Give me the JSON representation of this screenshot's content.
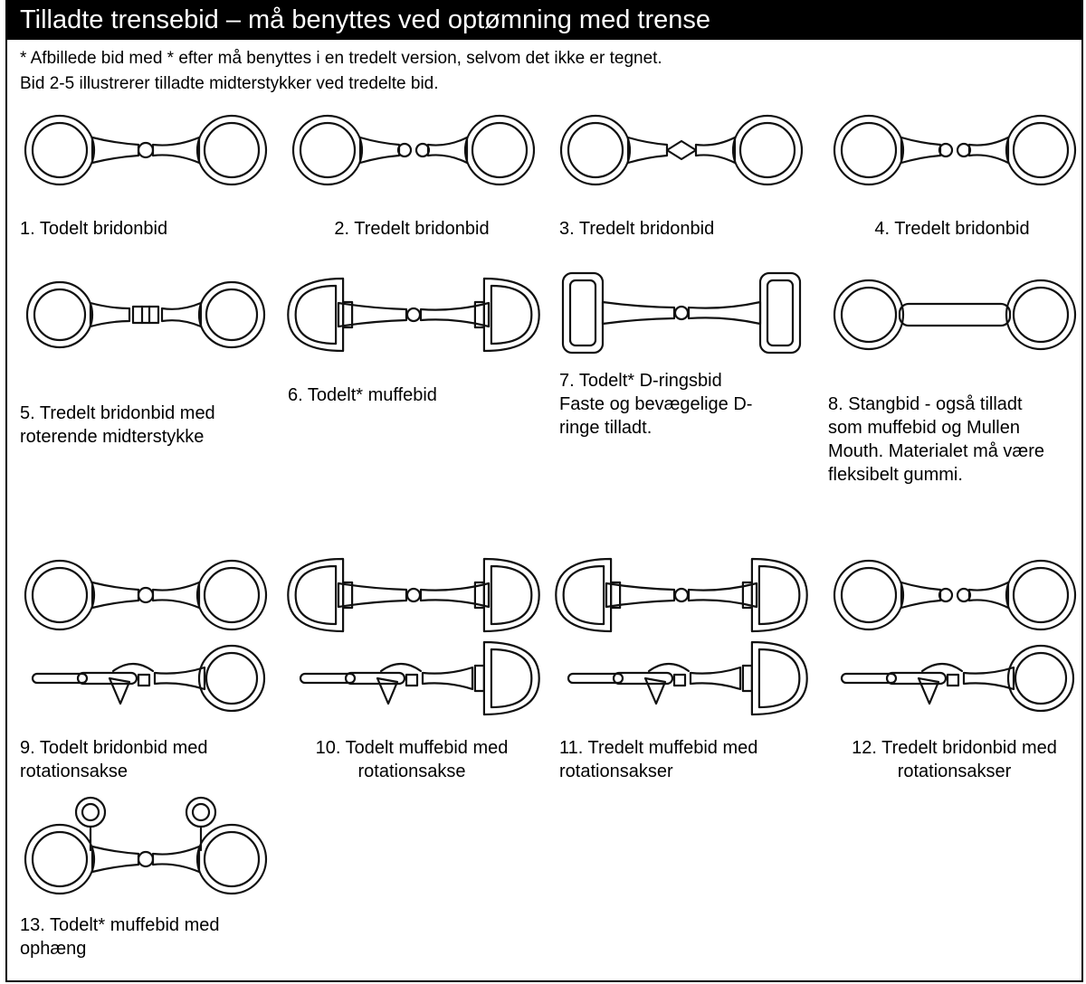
{
  "title": "Tilladte trensebid – må benyttes ved optømning med trense",
  "notes": [
    "* Afbillede bid med * efter må benyttes i en tredelt version, selvom det ikke er tegnet.",
    "Bid 2-5 illustrerer tilladte midterstykker ved tredelte bid."
  ],
  "bits": [
    {
      "lines": [
        "1. Todelt bridonbid"
      ],
      "icon": "two-piece-snaffle-icon"
    },
    {
      "lines": [
        "2. Tredelt bridonbid"
      ],
      "icon": "three-piece-snaffle-icon"
    },
    {
      "lines": [
        "3. Tredelt bridonbid"
      ],
      "icon": "three-piece-snaffle-icon"
    },
    {
      "lines": [
        "4. Tredelt bridonbid"
      ],
      "icon": "three-piece-snaffle-icon"
    },
    {
      "lines": [
        "5. Tredelt bridonbid med",
        "roterende midterstykke"
      ],
      "icon": "rotating-middle-snaffle-icon"
    },
    {
      "lines": [
        "6. Todelt* muffebid"
      ],
      "icon": "eggbutt-bit-icon"
    },
    {
      "lines": [
        "7. Todelt* D-ringsbid",
        "Faste og bevægelige D-",
        "ringe tilladt."
      ],
      "icon": "d-ring-bit-icon"
    },
    {
      "lines": [
        "8. Stangbid - også tilladt",
        "som muffebid og Mullen",
        "Mouth. Materialet må være",
        "fleksibelt gummi."
      ],
      "icon": "straight-bar-bit-icon"
    },
    {
      "lines": [
        "9. Todelt bridonbid med",
        "rotationsakse"
      ],
      "icon": "rotation-axis-snaffle-icon"
    },
    {
      "lines": [
        "10. Todelt muffebid med",
        "rotationsakse"
      ],
      "icon": "rotation-axis-eggbutt-icon"
    },
    {
      "lines": [
        "11. Tredelt muffebid med",
        "rotationsakser"
      ],
      "icon": "rotation-axes-eggbutt-icon"
    },
    {
      "lines": [
        "12. Tredelt bridonbid med",
        "rotationsakser"
      ],
      "icon": "rotation-axes-snaffle-icon"
    },
    {
      "lines": [
        "13. Todelt* muffebid med",
        "ophæng"
      ],
      "icon": "hanging-cheek-bit-icon"
    }
  ]
}
